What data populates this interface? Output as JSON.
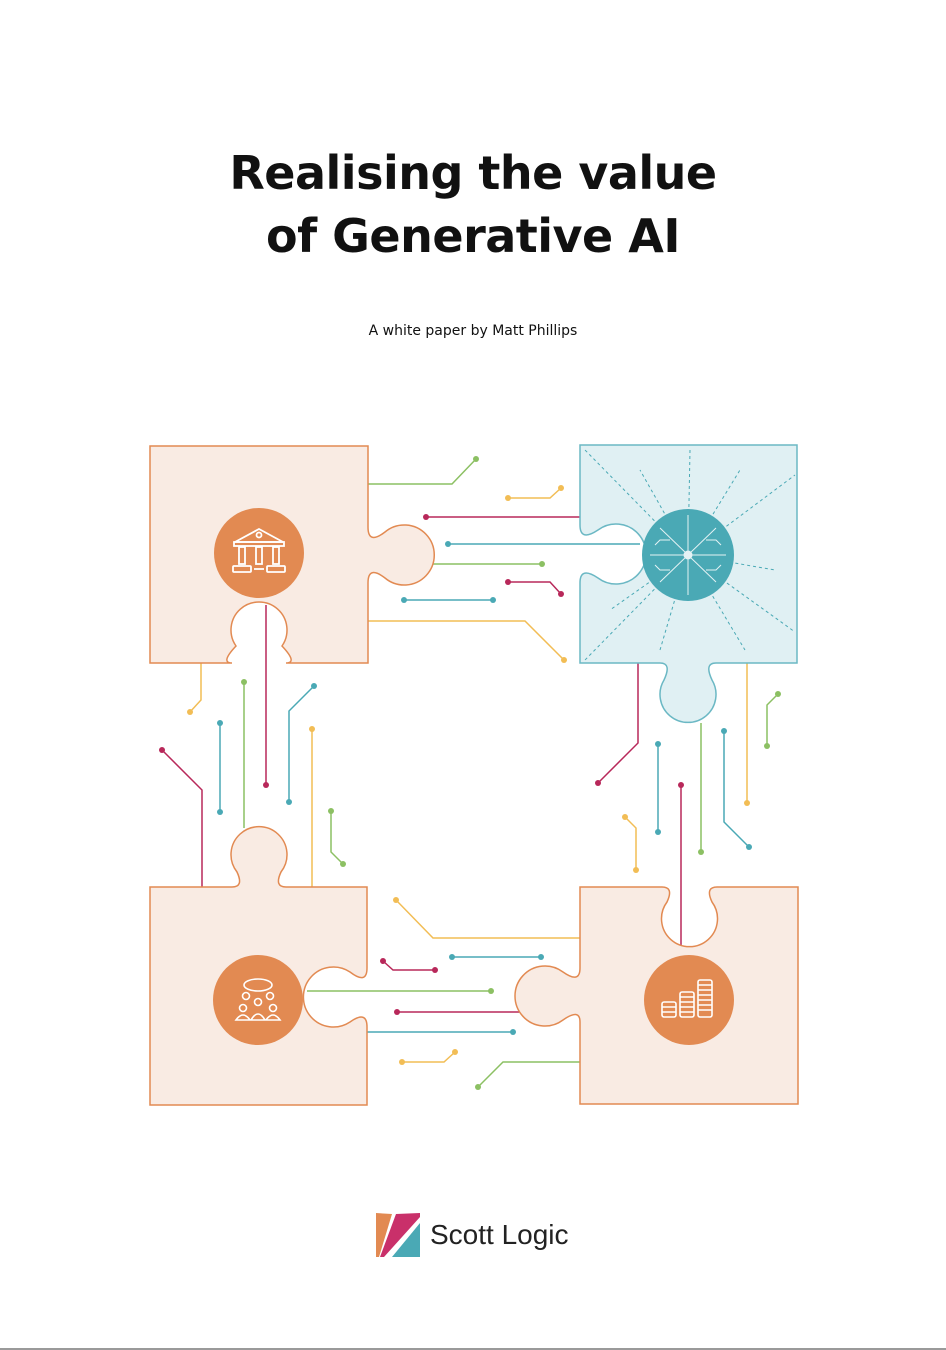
{
  "document": {
    "title_line1": "Realising the value",
    "title_line2": "of Generative AI",
    "subtitle": "A white paper by Matt Phillips",
    "brand": "Scott Logic"
  },
  "colors": {
    "orange": "#e28a52",
    "peach_fill": "#f9ebe3",
    "teal": "#4aa9b5",
    "teal_fill": "#e0f0f3",
    "green": "#8cc063",
    "yellow": "#f2bd55",
    "magenta": "#b8285a"
  },
  "icons": [
    "bank-icon",
    "ai-chip-brain-icon",
    "team-idea-icon",
    "coin-stacks-icon"
  ]
}
